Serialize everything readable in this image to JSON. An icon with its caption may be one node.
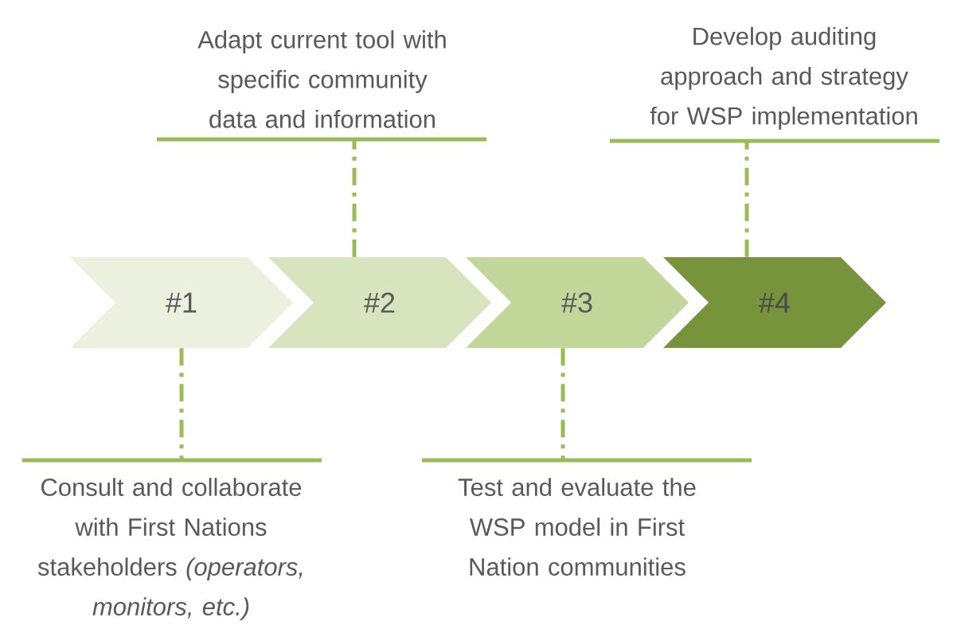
{
  "diagram": {
    "nodes": [
      {
        "text": [
          "Adapt current tool with specific community data and information"
        ]
      },
      {
        "text": [
          "Develop auditing approach and strategy for WSP implementation"
        ]
      },
      {
        "text": [
          "#1"
        ]
      },
      {
        "text": [
          "#2"
        ]
      },
      {
        "text": [
          "#3"
        ]
      },
      {
        "text": [
          "#4"
        ]
      },
      {
        "text": [
          "Consult and collaborate with First Nations stakeholders *(operators, monitors, etc.)*"
        ]
      },
      {
        "text": [
          "Test and evaluate the WSP model in First Nation communities"
        ]
      }
    ],
    "edges": [
      {
        "from": 2,
        "to": 6,
        "arrow": "none",
        "style": "dashed"
      },
      {
        "from": 3,
        "to": 0,
        "arrow": "none",
        "style": "dashed"
      },
      {
        "from": 4,
        "to": 7,
        "arrow": "none",
        "style": "dashed"
      },
      {
        "from": 5,
        "to": 1,
        "arrow": "none",
        "style": "dashed"
      }
    ]
  }
}
